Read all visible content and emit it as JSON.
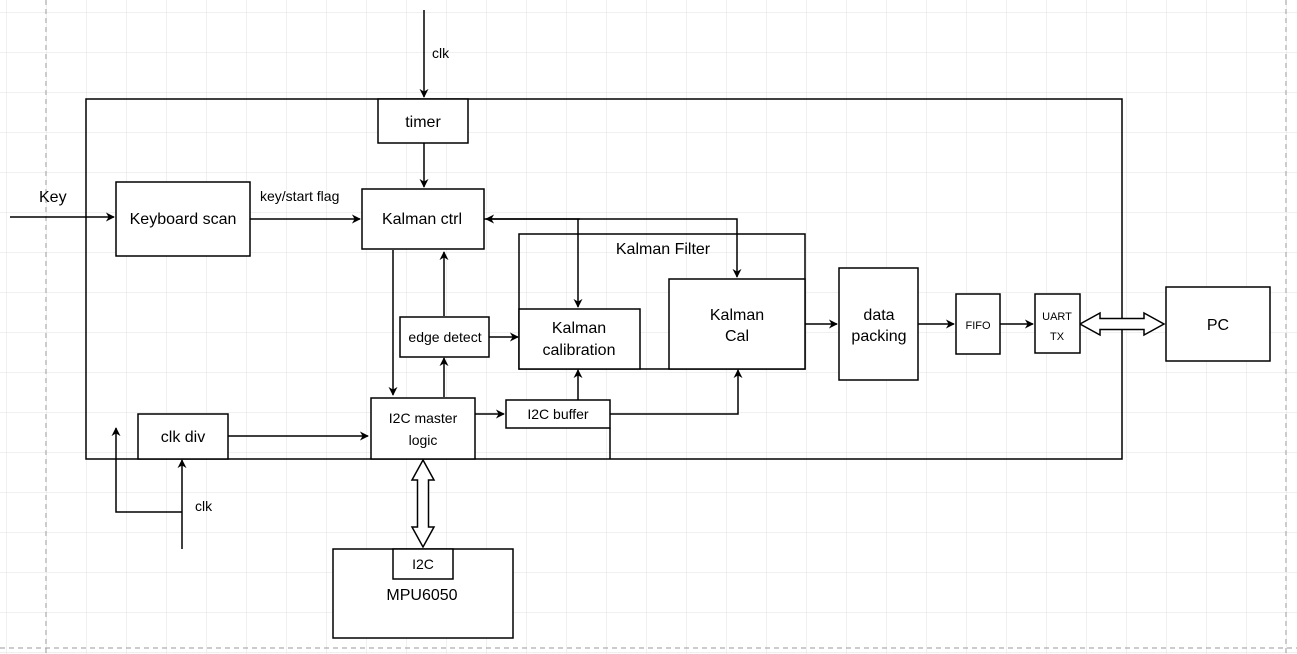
{
  "blocks": {
    "timer": "timer",
    "keyboard_scan": "Keyboard scan",
    "kalman_ctrl": "Kalman ctrl",
    "kalman_filter": "Kalman Filter",
    "kalman_calibration": [
      "Kalman",
      "calibration"
    ],
    "kalman_cal": [
      "Kalman",
      "Cal"
    ],
    "edge_detect": "edge detect",
    "i2c_master_logic": [
      "I2C master",
      "logic"
    ],
    "i2c_buffer": "I2C buffer",
    "clk_div": "clk div",
    "data_packing": [
      "data",
      "packing"
    ],
    "fifo": "FIFO",
    "uart_tx": [
      "UART",
      "TX"
    ],
    "pc": "PC",
    "mpu6050": "MPU6050",
    "i2c_port": "I2C"
  },
  "signals": {
    "clk_top": "clk",
    "key": "Key",
    "key_start_flag": "key/start flag",
    "clk_bottom": "clk"
  }
}
